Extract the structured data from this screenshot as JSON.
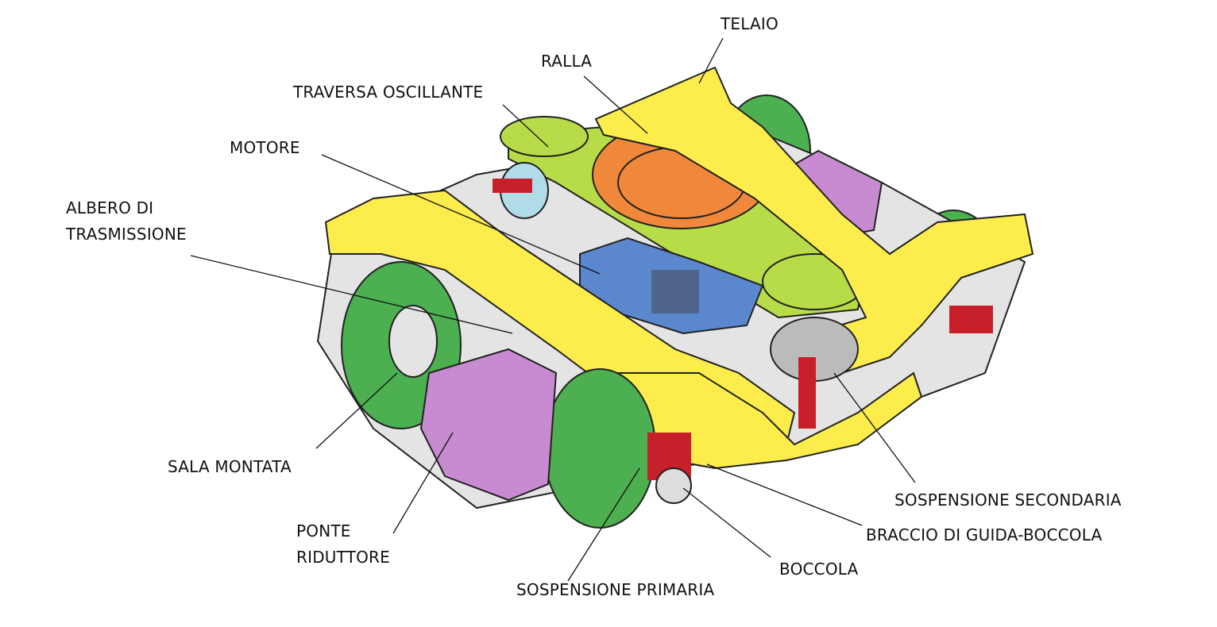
{
  "title": "Bogie components diagram",
  "labels": {
    "telaio": "TELAIO",
    "ralla": "RALLA",
    "traversa_oscillante": "TRAVERSA OSCILLANTE",
    "motore": "MOTORE",
    "albero_line1": "ALBERO DI",
    "albero_line2": "TRASMISSIONE",
    "sala_montata": "SALA MONTATA",
    "ponte_line1": "PONTE",
    "ponte_line2": "RIDUTTORE",
    "sospensione_primaria": "SOSPENSIONE PRIMARIA",
    "boccola": "BOCCOLA",
    "braccio": "BRACCIO DI GUIDA-BOCCOLA",
    "sospensione_secondaria": "SOSPENSIONE SECONDARIA"
  },
  "colors": {
    "frame": "#fcec4c",
    "wheel": "#4caf50",
    "ralla": "#f0883c",
    "traversa": "#b8dc48",
    "motor": "#5b87cf",
    "gearbox": "#c88ad0",
    "red_parts": "#c8202a",
    "air_spring": "#b0dce8",
    "grey": "#c8c8c8"
  }
}
